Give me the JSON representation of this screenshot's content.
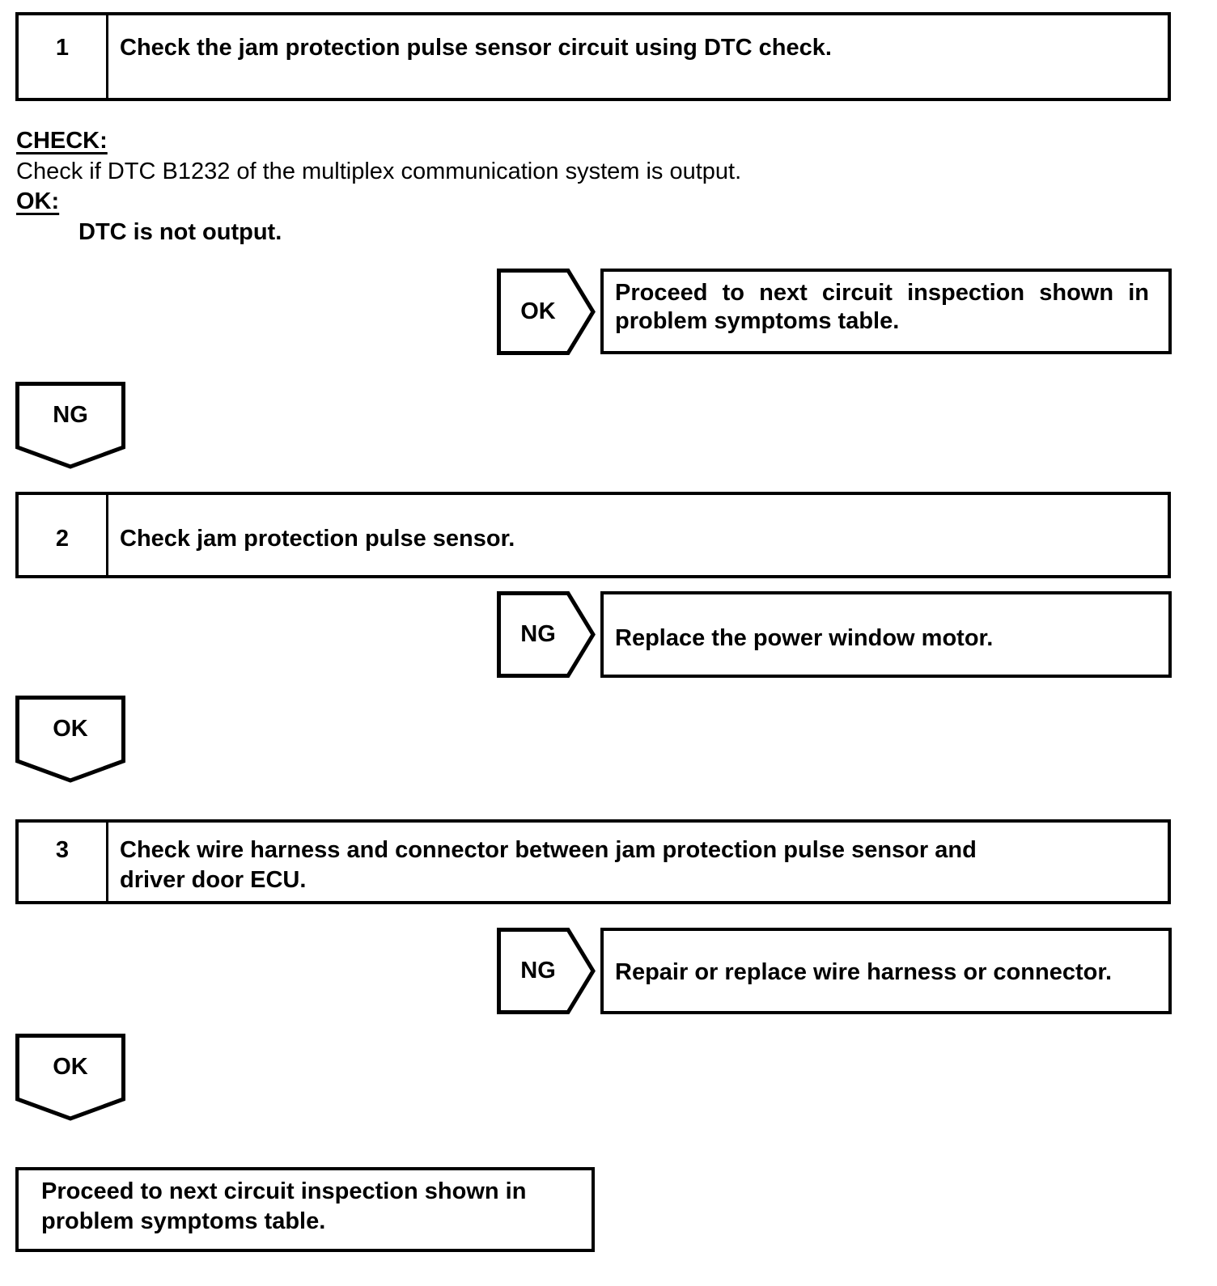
{
  "colors": {
    "ink": "#000000",
    "paper": "#ffffff"
  },
  "steps": [
    {
      "number": "1",
      "title": "Check the jam protection pulse sensor circuit using DTC check."
    },
    {
      "number": "2",
      "title": "Check jam protection pulse sensor."
    },
    {
      "number": "3",
      "title": "Check wire harness and connector between jam protection pulse sensor and\ndriver door ECU."
    }
  ],
  "instructions": {
    "check_label": "CHECK:",
    "check_text": "Check if DTC B1232 of the multiplex communication system is output.",
    "ok_label": "OK:",
    "ok_text": "DTC is not output."
  },
  "connectors": [
    {
      "label": "OK",
      "direction": "right"
    },
    {
      "label": "NG",
      "direction": "down"
    },
    {
      "label": "NG",
      "direction": "right"
    },
    {
      "label": "OK",
      "direction": "down"
    },
    {
      "label": "NG",
      "direction": "right"
    },
    {
      "label": "OK",
      "direction": "down"
    }
  ],
  "results": {
    "result_1": "Proceed to next circuit inspection shown in problem symptoms table.",
    "result_2": "Replace the power window motor.",
    "result_3": "Repair or replace wire harness or connector.",
    "final": "Proceed to next circuit inspection shown in\nproblem symptoms table."
  }
}
